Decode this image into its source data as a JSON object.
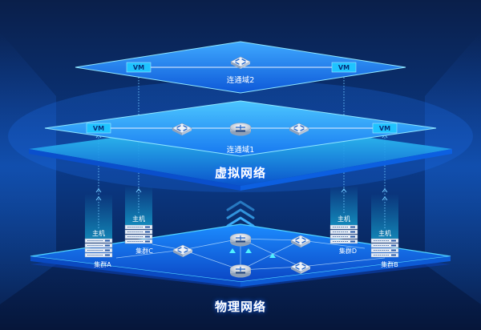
{
  "layers": {
    "virtual_label": "虚拟网络",
    "physical_label": "物理网络"
  },
  "domains": [
    {
      "label": "连通域2",
      "vm_left": "VM",
      "vm_right": "VM"
    },
    {
      "label": "连通域1",
      "vm_left": "VM",
      "vm_right": "VM"
    }
  ],
  "clusters": [
    {
      "host_label": "主机",
      "cluster_label": "集群A"
    },
    {
      "host_label": "主机",
      "cluster_label": "集群C"
    },
    {
      "host_label": "主机",
      "cluster_label": "集群D"
    },
    {
      "host_label": "主机",
      "cluster_label": "集群B"
    }
  ],
  "colors": {
    "background": "#071a3d",
    "plane_edge": "#4fd2ff",
    "vm_box": "#1fc3ff",
    "dotted_line": "#6fc8ff"
  },
  "icons": {
    "router": "router-icon",
    "switch": "switch-icon",
    "server": "server-rack-icon",
    "arrow": "chevron-up-icon"
  }
}
